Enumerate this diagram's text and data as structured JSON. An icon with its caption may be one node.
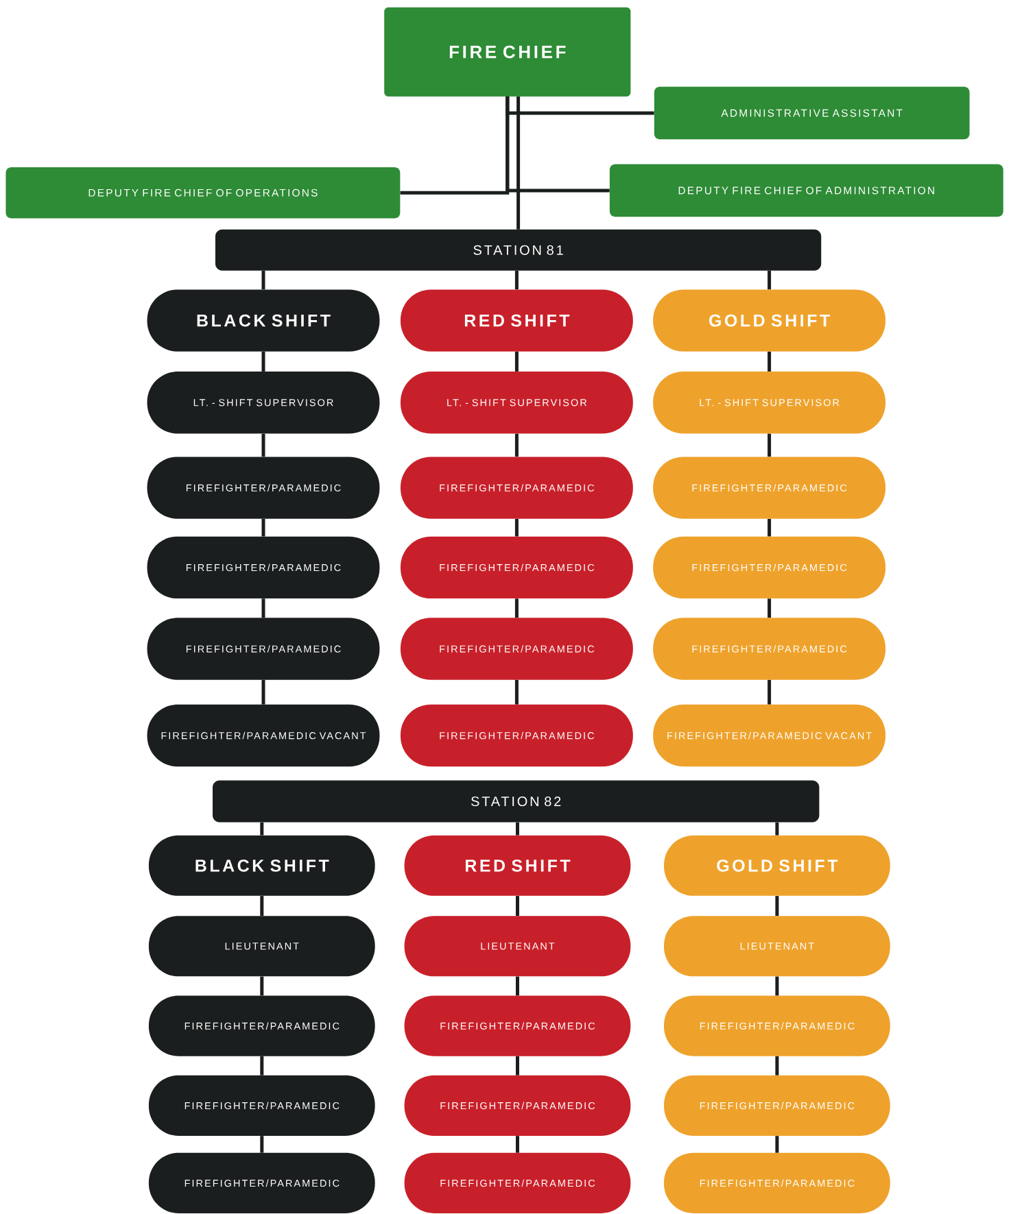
{
  "diagram": {
    "nodes": [
      {
        "text": [
          "FIRE CHIEF"
        ]
      },
      {
        "text": [
          "ADMINISTRATIVE ASSISTANT"
        ]
      },
      {
        "text": [
          "DEPUTY FIRE CHIEF OF OPERATIONS"
        ]
      },
      {
        "text": [
          "DEPUTY FIRE CHIEF OF ADMINISTRATION"
        ]
      },
      {
        "text": [
          "STATION 81"
        ]
      },
      {
        "text": [
          "BLACK SHIFT"
        ]
      },
      {
        "text": [
          "LT. - SHIFT SUPERVISOR"
        ]
      },
      {
        "text": [
          "FIREFIGHTER/PARAMEDIC"
        ]
      },
      {
        "text": [
          "FIREFIGHTER/PARAMEDIC"
        ]
      },
      {
        "text": [
          "FIREFIGHTER/PARAMEDIC"
        ]
      },
      {
        "text": [
          "FIREFIGHTER/PARAMEDIC VACANT"
        ]
      },
      {
        "text": [
          "RED SHIFT"
        ]
      },
      {
        "text": [
          "LT. - SHIFT SUPERVISOR"
        ]
      },
      {
        "text": [
          "FIREFIGHTER/PARAMEDIC"
        ]
      },
      {
        "text": [
          "FIREFIGHTER/PARAMEDIC"
        ]
      },
      {
        "text": [
          "FIREFIGHTER/PARAMEDIC"
        ]
      },
      {
        "text": [
          "FIREFIGHTER/PARAMEDIC"
        ]
      },
      {
        "text": [
          "GOLD SHIFT"
        ]
      },
      {
        "text": [
          "LT. - SHIFT SUPERVISOR"
        ]
      },
      {
        "text": [
          "FIREFIGHTER/PARAMEDIC"
        ]
      },
      {
        "text": [
          "FIREFIGHTER/PARAMEDIC"
        ]
      },
      {
        "text": [
          "FIREFIGHTER/PARAMEDIC"
        ]
      },
      {
        "text": [
          "FIREFIGHTER/PARAMEDIC VACANT"
        ]
      },
      {
        "text": [
          "STATION 82"
        ]
      },
      {
        "text": [
          "BLACK SHIFT"
        ]
      },
      {
        "text": [
          "LIEUTENANT"
        ]
      },
      {
        "text": [
          "FIREFIGHTER/PARAMEDIC"
        ]
      },
      {
        "text": [
          "FIREFIGHTER/PARAMEDIC"
        ]
      },
      {
        "text": [
          "FIREFIGHTER/PARAMEDIC"
        ]
      },
      {
        "text": [
          "RED SHIFT"
        ]
      },
      {
        "text": [
          "LIEUTENANT"
        ]
      },
      {
        "text": [
          "FIREFIGHTER/PARAMEDIC"
        ]
      },
      {
        "text": [
          "FIREFIGHTER/PARAMEDIC"
        ]
      },
      {
        "text": [
          "FIREFIGHTER/PARAMEDIC"
        ]
      },
      {
        "text": [
          "GOLD SHIFT"
        ]
      },
      {
        "text": [
          "LIEUTENANT"
        ]
      },
      {
        "text": [
          "FIREFIGHTER/PARAMEDIC"
        ]
      },
      {
        "text": [
          "FIREFIGHTER/PARAMEDIC"
        ]
      },
      {
        "text": [
          "FIREFIGHTER/PARAMEDIC"
        ]
      }
    ],
    "edges": [
      {
        "from": 0,
        "to": 1,
        "arrow": "none"
      },
      {
        "from": 0,
        "to": 2,
        "arrow": "none"
      },
      {
        "from": 0,
        "to": 3,
        "arrow": "none"
      },
      {
        "from": 0,
        "to": 4,
        "arrow": "none"
      },
      {
        "from": 4,
        "to": 5,
        "arrow": "none"
      },
      {
        "from": 5,
        "to": 6,
        "arrow": "none"
      },
      {
        "from": 6,
        "to": 7,
        "arrow": "none"
      },
      {
        "from": 7,
        "to": 8,
        "arrow": "none"
      },
      {
        "from": 8,
        "to": 9,
        "arrow": "none"
      },
      {
        "from": 9,
        "to": 10,
        "arrow": "none"
      },
      {
        "from": 4,
        "to": 11,
        "arrow": "none"
      },
      {
        "from": 11,
        "to": 12,
        "arrow": "none"
      },
      {
        "from": 12,
        "to": 13,
        "arrow": "none"
      },
      {
        "from": 13,
        "to": 14,
        "arrow": "none"
      },
      {
        "from": 14,
        "to": 15,
        "arrow": "none"
      },
      {
        "from": 15,
        "to": 16,
        "arrow": "none"
      },
      {
        "from": 4,
        "to": 17,
        "arrow": "none"
      },
      {
        "from": 17,
        "to": 18,
        "arrow": "none"
      },
      {
        "from": 18,
        "to": 19,
        "arrow": "none"
      },
      {
        "from": 19,
        "to": 20,
        "arrow": "none"
      },
      {
        "from": 20,
        "to": 21,
        "arrow": "none"
      },
      {
        "from": 21,
        "to": 22,
        "arrow": "none"
      },
      {
        "from": 23,
        "to": 24,
        "arrow": "none"
      },
      {
        "from": 24,
        "to": 25,
        "arrow": "none"
      },
      {
        "from": 25,
        "to": 26,
        "arrow": "none"
      },
      {
        "from": 26,
        "to": 27,
        "arrow": "none"
      },
      {
        "from": 27,
        "to": 28,
        "arrow": "none"
      },
      {
        "from": 23,
        "to": 29,
        "arrow": "none"
      },
      {
        "from": 29,
        "to": 30,
        "arrow": "none"
      },
      {
        "from": 30,
        "to": 31,
        "arrow": "none"
      },
      {
        "from": 31,
        "to": 32,
        "arrow": "none"
      },
      {
        "from": 32,
        "to": 33,
        "arrow": "none"
      },
      {
        "from": 23,
        "to": 34,
        "arrow": "none"
      },
      {
        "from": 34,
        "to": 35,
        "arrow": "none"
      },
      {
        "from": 35,
        "to": 36,
        "arrow": "none"
      },
      {
        "from": 36,
        "to": 37,
        "arrow": "none"
      },
      {
        "from": 37,
        "to": 38,
        "arrow": "none"
      }
    ]
  }
}
